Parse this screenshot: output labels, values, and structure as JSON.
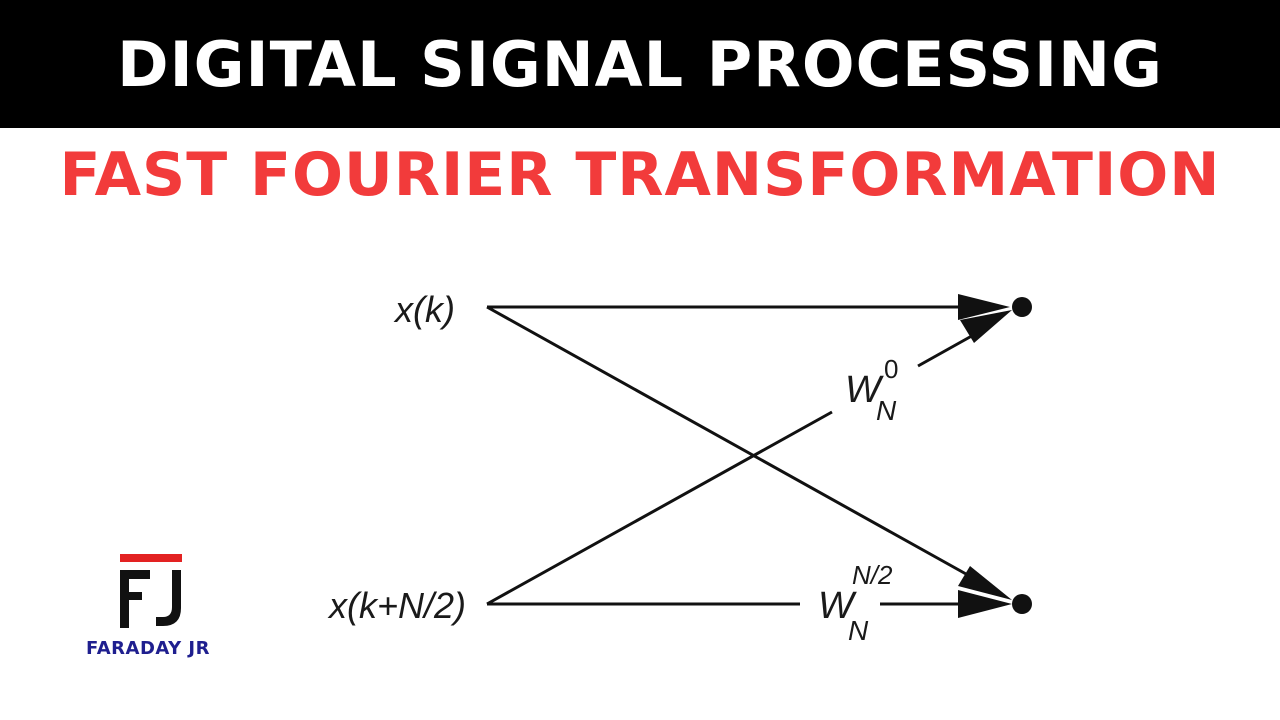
{
  "header": {
    "title": "DIGITAL SIGNAL PROCESSING",
    "subtitle": "FAST FOURIER TRANSFORMATION"
  },
  "diagram": {
    "input_top": "x(k)",
    "input_bottom": "x(k+N/2)",
    "twiddle_top": {
      "base": "W",
      "sub": "N",
      "sup": "0"
    },
    "twiddle_bottom": {
      "base": "W",
      "sub": "N",
      "sup": "N/2"
    }
  },
  "logo": {
    "text": "FARADAY JR"
  },
  "colors": {
    "bar": "#000000",
    "title": "#ffffff",
    "subtitle": "#f23b3b",
    "logo_red": "#e32222",
    "logo_black": "#111111",
    "logo_text": "#1f1f8f"
  }
}
